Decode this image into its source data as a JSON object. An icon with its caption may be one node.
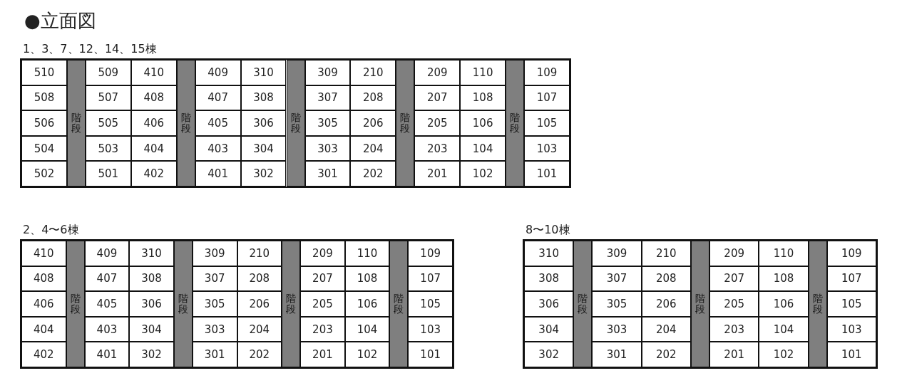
{
  "diagram": {
    "title": "●立面図",
    "nodes": [
      {
        "text": [
          "1、3、7、12、14、15棟"
        ]
      },
      {
        "text": [
          "510"
        ],
        "in": 0
      },
      {
        "text": [
          "階段"
        ],
        "in": 0
      },
      {
        "text": [
          "509"
        ],
        "in": 0
      },
      {
        "text": [
          "410"
        ],
        "in": 0
      },
      {
        "text": [
          "階段"
        ],
        "in": 0
      },
      {
        "text": [
          "409"
        ],
        "in": 0
      },
      {
        "text": [
          "310"
        ],
        "in": 0
      },
      {
        "text": [
          "階段"
        ],
        "in": 0
      },
      {
        "text": [
          "309"
        ],
        "in": 0
      },
      {
        "text": [
          "210"
        ],
        "in": 0
      },
      {
        "text": [
          "階段"
        ],
        "in": 0
      },
      {
        "text": [
          "209"
        ],
        "in": 0
      },
      {
        "text": [
          "110"
        ],
        "in": 0
      },
      {
        "text": [
          "階段"
        ],
        "in": 0
      },
      {
        "text": [
          "109"
        ],
        "in": 0
      },
      {
        "text": [
          "508"
        ],
        "in": 0
      },
      {
        "text": [
          "507"
        ],
        "in": 0
      },
      {
        "text": [
          "408"
        ],
        "in": 0
      },
      {
        "text": [
          "407"
        ],
        "in": 0
      },
      {
        "text": [
          "308"
        ],
        "in": 0
      },
      {
        "text": [
          "307"
        ],
        "in": 0
      },
      {
        "text": [
          "208"
        ],
        "in": 0
      },
      {
        "text": [
          "207"
        ],
        "in": 0
      },
      {
        "text": [
          "108"
        ],
        "in": 0
      },
      {
        "text": [
          "107"
        ],
        "in": 0
      },
      {
        "text": [
          "506"
        ],
        "in": 0
      },
      {
        "text": [
          "505"
        ],
        "in": 0
      },
      {
        "text": [
          "406"
        ],
        "in": 0
      },
      {
        "text": [
          "405"
        ],
        "in": 0
      },
      {
        "text": [
          "306"
        ],
        "in": 0
      },
      {
        "text": [
          "305"
        ],
        "in": 0
      },
      {
        "text": [
          "206"
        ],
        "in": 0
      },
      {
        "text": [
          "205"
        ],
        "in": 0
      },
      {
        "text": [
          "106"
        ],
        "in": 0
      },
      {
        "text": [
          "105"
        ],
        "in": 0
      },
      {
        "text": [
          "504"
        ],
        "in": 0
      },
      {
        "text": [
          "503"
        ],
        "in": 0
      },
      {
        "text": [
          "404"
        ],
        "in": 0
      },
      {
        "text": [
          "403"
        ],
        "in": 0
      },
      {
        "text": [
          "304"
        ],
        "in": 0
      },
      {
        "text": [
          "303"
        ],
        "in": 0
      },
      {
        "text": [
          "204"
        ],
        "in": 0
      },
      {
        "text": [
          "203"
        ],
        "in": 0
      },
      {
        "text": [
          "104"
        ],
        "in": 0
      },
      {
        "text": [
          "103"
        ],
        "in": 0
      },
      {
        "text": [
          "502"
        ],
        "in": 0
      },
      {
        "text": [
          "501"
        ],
        "in": 0
      },
      {
        "text": [
          "402"
        ],
        "in": 0
      },
      {
        "text": [
          "401"
        ],
        "in": 0
      },
      {
        "text": [
          "302"
        ],
        "in": 0
      },
      {
        "text": [
          "301"
        ],
        "in": 0
      },
      {
        "text": [
          "202"
        ],
        "in": 0
      },
      {
        "text": [
          "201"
        ],
        "in": 0
      },
      {
        "text": [
          "102"
        ],
        "in": 0
      },
      {
        "text": [
          "101"
        ],
        "in": 0
      },
      {
        "text": [
          "2、4〜6棟"
        ]
      },
      {
        "text": [
          "410"
        ],
        "in": 56
      },
      {
        "text": [
          "階段"
        ],
        "in": 56
      },
      {
        "text": [
          "409"
        ],
        "in": 56
      },
      {
        "text": [
          "310"
        ],
        "in": 56
      },
      {
        "text": [
          "階段"
        ],
        "in": 56
      },
      {
        "text": [
          "309"
        ],
        "in": 56
      },
      {
        "text": [
          "210"
        ],
        "in": 56
      },
      {
        "text": [
          "階段"
        ],
        "in": 56
      },
      {
        "text": [
          "209"
        ],
        "in": 56
      },
      {
        "text": [
          "110"
        ],
        "in": 56
      },
      {
        "text": [
          "階段"
        ],
        "in": 56
      },
      {
        "text": [
          "109"
        ],
        "in": 56
      },
      {
        "text": [
          "408"
        ],
        "in": 56
      },
      {
        "text": [
          "407"
        ],
        "in": 56
      },
      {
        "text": [
          "308"
        ],
        "in": 56
      },
      {
        "text": [
          "307"
        ],
        "in": 56
      },
      {
        "text": [
          "208"
        ],
        "in": 56
      },
      {
        "text": [
          "207"
        ],
        "in": 56
      },
      {
        "text": [
          "108"
        ],
        "in": 56
      },
      {
        "text": [
          "107"
        ],
        "in": 56
      },
      {
        "text": [
          "406"
        ],
        "in": 56
      },
      {
        "text": [
          "405"
        ],
        "in": 56
      },
      {
        "text": [
          "306"
        ],
        "in": 56
      },
      {
        "text": [
          "305"
        ],
        "in": 56
      },
      {
        "text": [
          "206"
        ],
        "in": 56
      },
      {
        "text": [
          "205"
        ],
        "in": 56
      },
      {
        "text": [
          "106"
        ],
        "in": 56
      },
      {
        "text": [
          "105"
        ],
        "in": 56
      },
      {
        "text": [
          "404"
        ],
        "in": 56
      },
      {
        "text": [
          "403"
        ],
        "in": 56
      },
      {
        "text": [
          "304"
        ],
        "in": 56
      },
      {
        "text": [
          "303"
        ],
        "in": 56
      },
      {
        "text": [
          "204"
        ],
        "in": 56
      },
      {
        "text": [
          "203"
        ],
        "in": 56
      },
      {
        "text": [
          "104"
        ],
        "in": 56
      },
      {
        "text": [
          "103"
        ],
        "in": 56
      },
      {
        "text": [
          "402"
        ],
        "in": 56
      },
      {
        "text": [
          "401"
        ],
        "in": 56
      },
      {
        "text": [
          "302"
        ],
        "in": 56
      },
      {
        "text": [
          "301"
        ],
        "in": 56
      },
      {
        "text": [
          "202"
        ],
        "in": 56
      },
      {
        "text": [
          "201"
        ],
        "in": 56
      },
      {
        "text": [
          "102"
        ],
        "in": 56
      },
      {
        "text": [
          "101"
        ],
        "in": 56
      },
      {
        "text": [
          "8〜10棟"
        ]
      },
      {
        "text": [
          "310"
        ],
        "in": 101
      },
      {
        "text": [
          "階段"
        ],
        "in": 101
      },
      {
        "text": [
          "309"
        ],
        "in": 101
      },
      {
        "text": [
          "210"
        ],
        "in": 101
      },
      {
        "text": [
          "階段"
        ],
        "in": 101
      },
      {
        "text": [
          "209"
        ],
        "in": 101
      },
      {
        "text": [
          "110"
        ],
        "in": 101
      },
      {
        "text": [
          "階段"
        ],
        "in": 101
      },
      {
        "text": [
          "109"
        ],
        "in": 101
      },
      {
        "text": [
          "308"
        ],
        "in": 101
      },
      {
        "text": [
          "307"
        ],
        "in": 101
      },
      {
        "text": [
          "208"
        ],
        "in": 101
      },
      {
        "text": [
          "207"
        ],
        "in": 101
      },
      {
        "text": [
          "108"
        ],
        "in": 101
      },
      {
        "text": [
          "107"
        ],
        "in": 101
      },
      {
        "text": [
          "306"
        ],
        "in": 101
      },
      {
        "text": [
          "305"
        ],
        "in": 101
      },
      {
        "text": [
          "206"
        ],
        "in": 101
      },
      {
        "text": [
          "205"
        ],
        "in": 101
      },
      {
        "text": [
          "106"
        ],
        "in": 101
      },
      {
        "text": [
          "105"
        ],
        "in": 101
      },
      {
        "text": [
          "304"
        ],
        "in": 101
      },
      {
        "text": [
          "303"
        ],
        "in": 101
      },
      {
        "text": [
          "204"
        ],
        "in": 101
      },
      {
        "text": [
          "203"
        ],
        "in": 101
      },
      {
        "text": [
          "104"
        ],
        "in": 101
      },
      {
        "text": [
          "103"
        ],
        "in": 101
      },
      {
        "text": [
          "302"
        ],
        "in": 101
      },
      {
        "text": [
          "301"
        ],
        "in": 101
      },
      {
        "text": [
          "202"
        ],
        "in": 101
      },
      {
        "text": [
          "201"
        ],
        "in": 101
      },
      {
        "text": [
          "102"
        ],
        "in": 101
      },
      {
        "text": [
          "101"
        ],
        "in": 101
      }
    ]
  }
}
